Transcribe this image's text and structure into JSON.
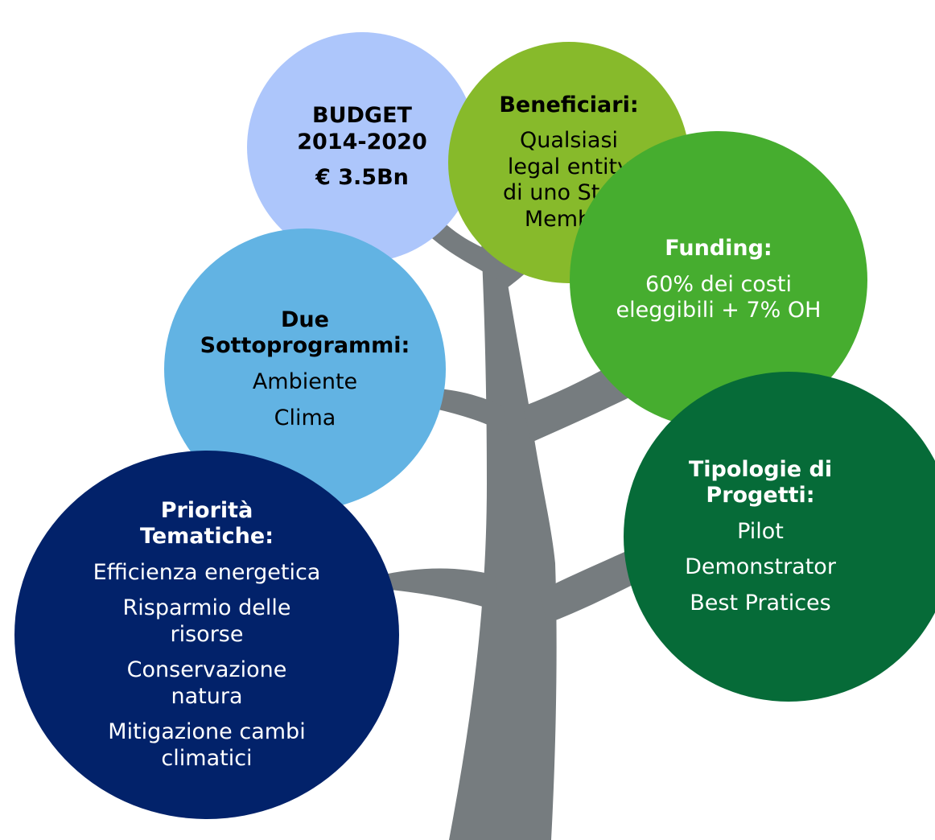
{
  "colors": {
    "trunk": "#767c7f",
    "budget": "#adc6fb",
    "sottoprogrammi": "#62b3e3",
    "beneficiari": "#87ba2b",
    "funding": "#46ad2f",
    "tipologie": "#066b38",
    "priorita": "#02226a"
  },
  "budget": {
    "title_lines": [
      "BUDGET",
      "2014-2020"
    ],
    "amount": "€ 3.5Bn"
  },
  "sottoprogrammi": {
    "title_lines": [
      "Due",
      "Sottoprogrammi:"
    ],
    "items": [
      "Ambiente",
      "Clima"
    ]
  },
  "beneficiari": {
    "title": "Beneficiari:",
    "body_lines": [
      "Qualsiasi",
      "legal entity",
      "di uno Stato",
      "Membro"
    ]
  },
  "funding": {
    "title": "Funding:",
    "body_lines": [
      "60% dei costi",
      "eleggibili + 7% OH"
    ]
  },
  "tipologie": {
    "title_lines": [
      "Tipologie di",
      "Progetti:"
    ],
    "items": [
      "Pilot",
      "Demonstrator",
      "Best Pratices"
    ]
  },
  "priorita": {
    "title_lines": [
      "Priorità",
      "Tematiche:"
    ],
    "items": [
      [
        "Efficienza energetica"
      ],
      [
        "Risparmio delle",
        "risorse"
      ],
      [
        "Conservazione",
        "natura"
      ],
      [
        "Mitigazione cambi",
        "climatici"
      ]
    ]
  }
}
